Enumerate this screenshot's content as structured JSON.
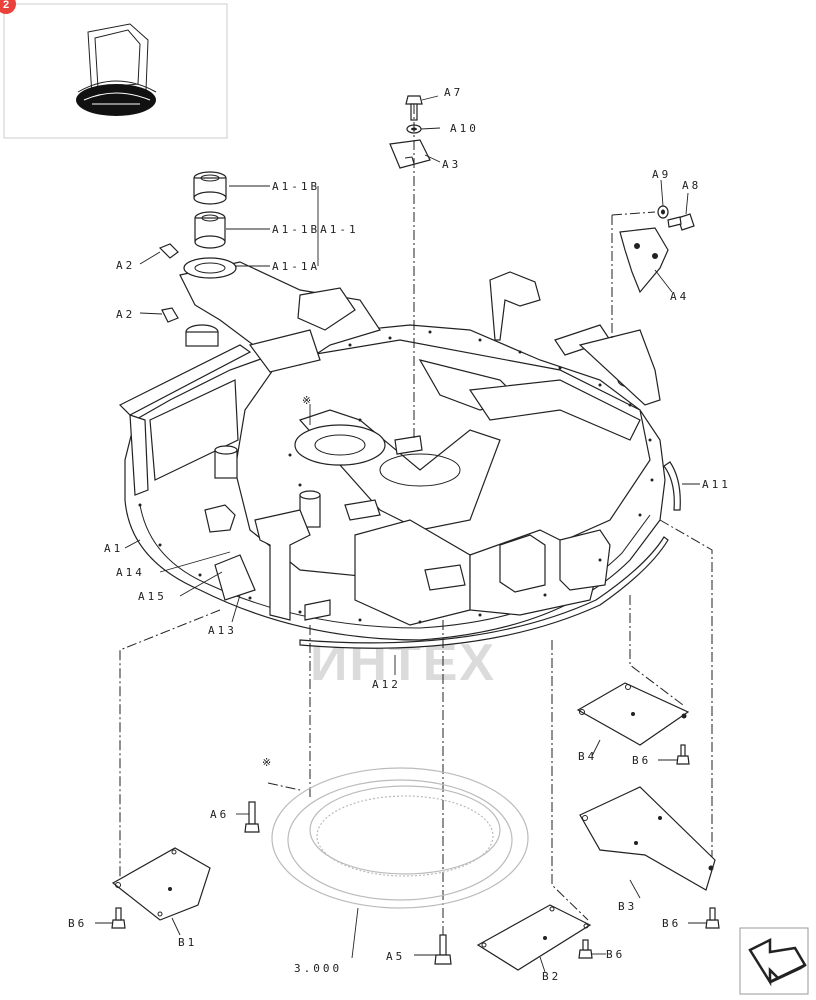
{
  "page_badge": "2",
  "watermark": "ИНТЕХ",
  "labels": {
    "a7": "A7",
    "a10": "A10",
    "a3": "A3",
    "a1_1b": "A1-1B",
    "a1_1bb": "A1-1BA1-1",
    "a1_1a": "A1-1A",
    "a2_top": "A2",
    "a2_bottom": "A2",
    "a9": "A9",
    "a8": "A8",
    "a4": "A4",
    "a11": "A11",
    "a1": "A1",
    "a14": "A14",
    "a15": "A15",
    "a13": "A13",
    "a12": "A12",
    "note_mark": "※",
    "note_mark2": "※",
    "b4": "B4",
    "b6_a": "B6",
    "a6": "A6",
    "b3": "B3",
    "b6_b": "B6",
    "b6_c": "B6",
    "b1": "B1",
    "b2": "B2",
    "b6_d": "B6",
    "a5": "A5",
    "ring": "3.000"
  },
  "colors": {
    "line": "#222222",
    "watermark": "#e8423b",
    "badge": "#e8423b"
  },
  "icons": {
    "nav": "next-page-arrow-icon"
  }
}
